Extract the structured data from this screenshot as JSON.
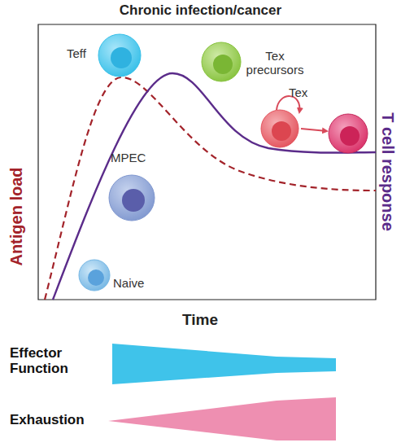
{
  "diagram": {
    "title": "Chronic infection/cancer",
    "nodes": [
      {
        "text": [
          "Teff"
        ]
      },
      {
        "text": [
          "Tex precursors"
        ]
      },
      {
        "text": [
          "Tex"
        ]
      },
      {
        "text": [
          "MPEC"
        ]
      },
      {
        "text": [
          "Naive"
        ]
      }
    ],
    "labels": [
      "Antigen load",
      "T cell response",
      "Time",
      "Effector Function",
      "Exhaustion"
    ]
  }
}
